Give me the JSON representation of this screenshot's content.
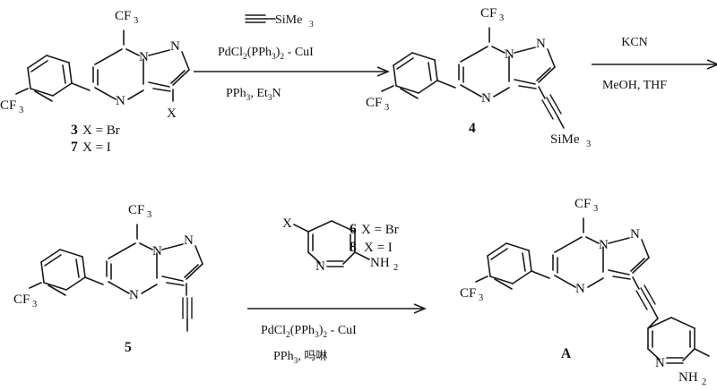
{
  "document": {
    "type": "chemical-reaction-scheme",
    "title": "Synthesis scheme for compound A",
    "rows": 2,
    "background_color": "#ffffff",
    "line_color": "#1a1a1a"
  },
  "row1": {
    "reactant": {
      "label": "3 X = Br",
      "label2": "7 X = I",
      "number_3": "3",
      "number_7": "7",
      "xeq_br": "X = Br",
      "xeq_i": "X = I",
      "atoms": {
        "cf3_top": "CF",
        "cf3_top_sub": "3",
        "cf3_left": "CF",
        "cf3_left_sub": "3",
        "n_bridge": "N",
        "n_pyrazole": "N",
        "n_pyrimidine": "N",
        "x_group": "X"
      }
    },
    "conditions": {
      "reagent_top": "SiMe",
      "reagent_top_sub": "3",
      "above": "PdCl2(PPh3)2 - CuI",
      "above_parts": [
        "PdCl",
        "2",
        "(PPh",
        "3",
        ")",
        "2",
        " - CuI"
      ],
      "below": "PPh3, Et3N",
      "below_parts": [
        "PPh",
        "3",
        ", Et",
        "3",
        "N"
      ]
    },
    "product": {
      "number": "4",
      "atoms": {
        "cf3_top": "CF",
        "cf3_top_sub": "3",
        "cf3_left": "CF",
        "cf3_left_sub": "3",
        "n_bridge": "N",
        "n_pyrazole": "N",
        "n_pyrimidine": "N",
        "sime3": "SiMe",
        "sime3_sub": "3"
      }
    },
    "conditions2": {
      "above": "KCN",
      "below": "MeOH, THF"
    }
  },
  "row2": {
    "reactant": {
      "number": "5",
      "atoms": {
        "cf3_top": "CF",
        "cf3_top_sub": "3",
        "cf3_left": "CF",
        "cf3_left_sub": "3",
        "n_bridge": "N",
        "n_pyrazole": "N",
        "n_pyrimidine": "N"
      }
    },
    "conditions": {
      "reagent": {
        "x_label": "X",
        "nh2": "NH",
        "nh2_sub": "2",
        "n_ring": "N",
        "label_6": "6",
        "label_6_text": "X = Br",
        "label_8": "8",
        "label_8_text": "X = I"
      },
      "below1_parts": [
        "PdCl",
        "2",
        "(PPh",
        "3",
        ")",
        "2",
        " - CuI"
      ],
      "below1": "PdCl2(PPh3)2 - CuI",
      "below2_parts": [
        "PPh",
        "3",
        ", "
      ],
      "below2_cjk": "吗啉",
      "below2": "PPh3, 吗啉"
    },
    "product": {
      "number": "A",
      "atoms": {
        "cf3_top": "CF",
        "cf3_top_sub": "3",
        "cf3_left": "CF",
        "cf3_left_sub": "3",
        "n_bridge": "N",
        "n_pyrazole": "N",
        "n_pyrimidine": "N",
        "n_pyridine": "N",
        "nh2": "NH",
        "nh2_sub": "2"
      }
    }
  }
}
